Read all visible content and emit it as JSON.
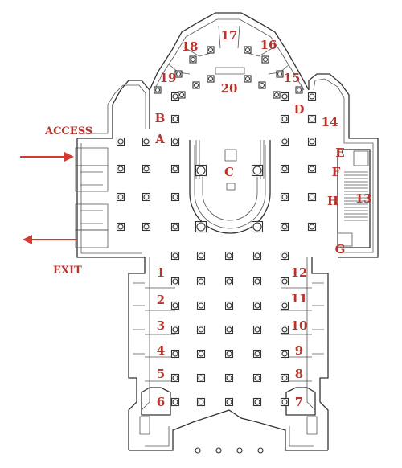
{
  "captions": {
    "access": "ACCESS",
    "exit": "EXIT"
  },
  "labels": {
    "c1": "1",
    "c2": "2",
    "c3": "3",
    "c4": "4",
    "c5": "5",
    "c6": "6",
    "c7": "7",
    "c8": "8",
    "c9": "9",
    "c10": "10",
    "c11": "11",
    "c12": "12",
    "c13": "13",
    "c14": "14",
    "c15": "15",
    "c16": "16",
    "c17": "17",
    "c18": "18",
    "c19": "19",
    "c20": "20",
    "A": "A",
    "B": "B",
    "C": "C",
    "D": "D",
    "E": "E",
    "F": "F",
    "G": "G",
    "H": "H"
  },
  "colors": {
    "label": "#b8332c",
    "arrow": "#d43a30",
    "wall": "#333333"
  }
}
